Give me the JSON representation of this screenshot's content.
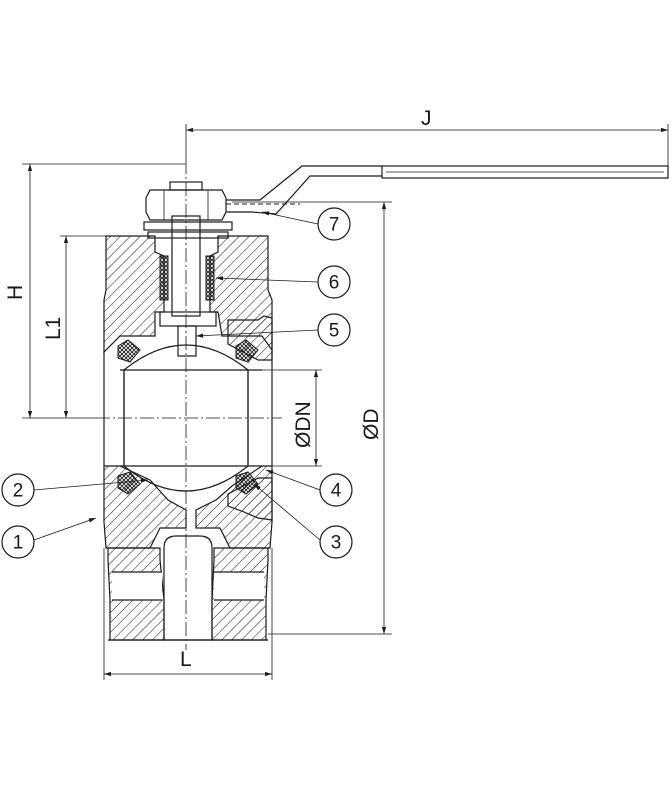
{
  "dimensions": {
    "j": "J",
    "h": "H",
    "l1": "L1",
    "dn": "ØDN",
    "d": "ØD",
    "l": "L"
  },
  "callouts": [
    "1",
    "2",
    "3",
    "4",
    "5",
    "6",
    "7"
  ]
}
